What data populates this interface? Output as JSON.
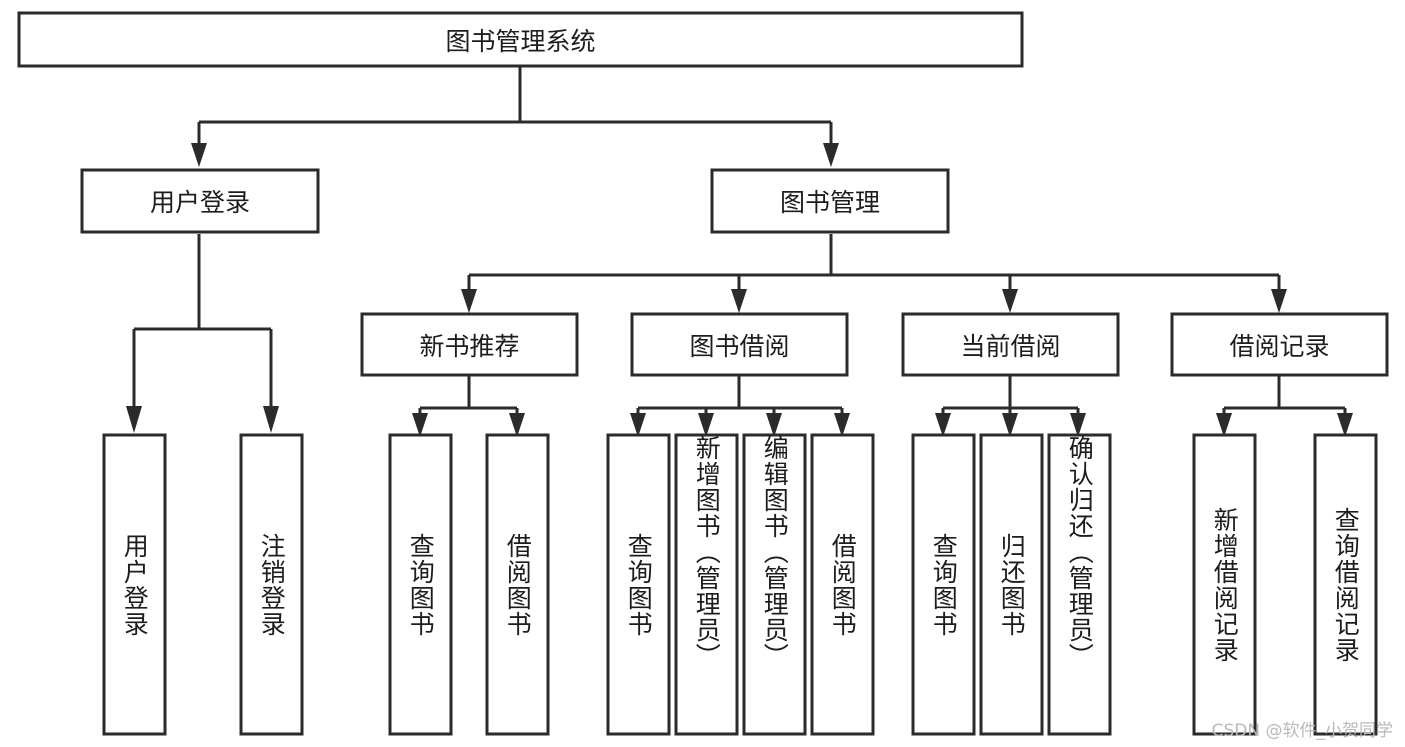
{
  "diagram": {
    "title": "图书管理系统",
    "watermark": "CSDN @软件_小贺同学",
    "colors": {
      "stroke": "#2b2b2b",
      "fill": "#ffffff",
      "text": "#1d1d1d",
      "watermark": "#b9b9b9"
    },
    "root": {
      "label": "图书管理系统",
      "orientation": "horizontal"
    },
    "level2": [
      {
        "label": "用户登录",
        "orientation": "horizontal"
      },
      {
        "label": "图书管理",
        "orientation": "horizontal"
      }
    ],
    "level3": [
      {
        "label": "新书推荐",
        "orientation": "horizontal"
      },
      {
        "label": "图书借阅",
        "orientation": "horizontal"
      },
      {
        "label": "当前借阅",
        "orientation": "horizontal"
      },
      {
        "label": "借阅记录",
        "orientation": "horizontal"
      }
    ],
    "leaves": {
      "user_login": [
        {
          "label": "用户登录",
          "orientation": "vertical"
        },
        {
          "label": "注销登录",
          "orientation": "vertical"
        }
      ],
      "new_book_recommend": [
        {
          "label": "查询图书",
          "orientation": "vertical"
        },
        {
          "label": "借阅图书",
          "orientation": "vertical"
        }
      ],
      "book_borrow": [
        {
          "label": "查询图书",
          "orientation": "vertical"
        },
        {
          "label": "新增图书（管理员）",
          "orientation": "vertical"
        },
        {
          "label": "编辑图书（管理员）",
          "orientation": "vertical"
        },
        {
          "label": "借阅图书",
          "orientation": "vertical"
        }
      ],
      "current_borrow": [
        {
          "label": "查询图书",
          "orientation": "vertical"
        },
        {
          "label": "归还图书",
          "orientation": "vertical"
        },
        {
          "label": "确认归还（管理员）",
          "orientation": "vertical"
        }
      ],
      "borrow_record": [
        {
          "label": "新增借阅记录",
          "orientation": "vertical"
        },
        {
          "label": "查询借阅记录",
          "orientation": "vertical"
        }
      ]
    }
  }
}
